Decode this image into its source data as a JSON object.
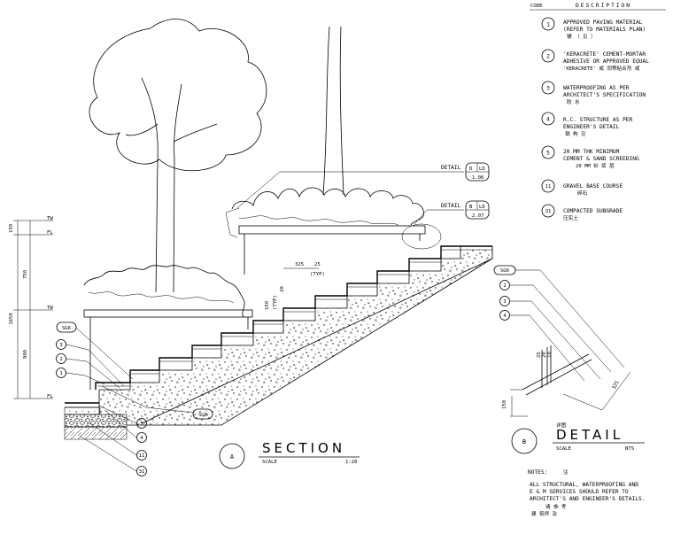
{
  "legend": {
    "header_code": "CODE",
    "header_description": "DESCRIPTION",
    "items": [
      {
        "code": "1",
        "line1": "APPROVED PAVING MATERIAL",
        "line2": "(REFER TO MATERIALS PLAN)",
        "line3": "铺 （ 见 ）"
      },
      {
        "code": "2",
        "line1": "'KERACRETE' CEMENT-MORTAR",
        "line2": "ADHESIVE OR APPROVED EQUAL",
        "line3": "'KERACRETE' 或 同等粘合剂 或"
      },
      {
        "code": "3",
        "line1": "WATERPROOFING AS PER",
        "line2": "ARCHITECT'S SPECIFICATION",
        "line3": "防 水"
      },
      {
        "code": "4",
        "line1": "R.C. STRUCTURE AS PER",
        "line2": "ENGINEER'S DETAIL",
        "line3": "钢 构 见"
      },
      {
        "code": "5",
        "line1": "20 MM THK MINIMUM",
        "line2": "CEMENT & SAND SCREEDING",
        "line3": "20 MM 砂 浆 层"
      },
      {
        "code": "11",
        "line1": "GRAVEL BASE COURSE",
        "line2": "碎石",
        "line3": ""
      },
      {
        "code": "31",
        "line1": "COMPACTED SUBGRADE",
        "line2": "压实土",
        "line3": ""
      }
    ]
  },
  "section": {
    "bubble": "A",
    "title": "SECTION",
    "scale_label": "SCALE",
    "scale_value": "1:20",
    "level_tw_top": "TW",
    "level_fl_top": "FL",
    "level_tw_mid": "TW",
    "level_fl_bottom": "FL",
    "dim_150": "150",
    "dim_750": "750",
    "dim_1650": "1650",
    "dim_900": "900",
    "tread_325": "325",
    "tread_25": "25",
    "typ_1": "(TYP)",
    "typ_2": "(TYP)",
    "riser_150": "150",
    "riser_20": "20",
    "detail_label_1": "DETAIL",
    "detail_1_top": "D",
    "detail_1_ref": "LD",
    "detail_1_sheet": "1.06",
    "detail_label_2": "DETAIL",
    "detail_2_top": "B",
    "detail_2_ref": "LD",
    "detail_2_sheet": "2.07",
    "tag_sg6_upper": "SG6",
    "tag_sg6_lower": "SG6",
    "callout_3": "3",
    "callout_2": "2",
    "callout_1": "1",
    "callout_5": "5",
    "callout_4": "4",
    "callout_11": "11",
    "callout_31": "31"
  },
  "detail": {
    "bubble": "B",
    "subtitle_cn": "详图",
    "title": "DETAIL",
    "scale_label": "SCALE",
    "scale_value": "NTS",
    "tag_sg6": "SG6",
    "callout_2": "2",
    "callout_3": "3",
    "callout_4": "4",
    "dim_325": "325",
    "dim_150": "150",
    "dim_25": "25",
    "dim_20": "20",
    "dim_10": "10"
  },
  "notes": {
    "label": "NOTES:",
    "label_cn": "注",
    "line1": "ALL STRUCTURAL, WATERPROOFING AND",
    "line2": "E & M SERVICES SHOULD REFER TO",
    "line3": "ARCHITECT'S AND ENGINEER'S DETAILS.",
    "line4": "请 参 考",
    "line5": "建 筑师 及"
  }
}
